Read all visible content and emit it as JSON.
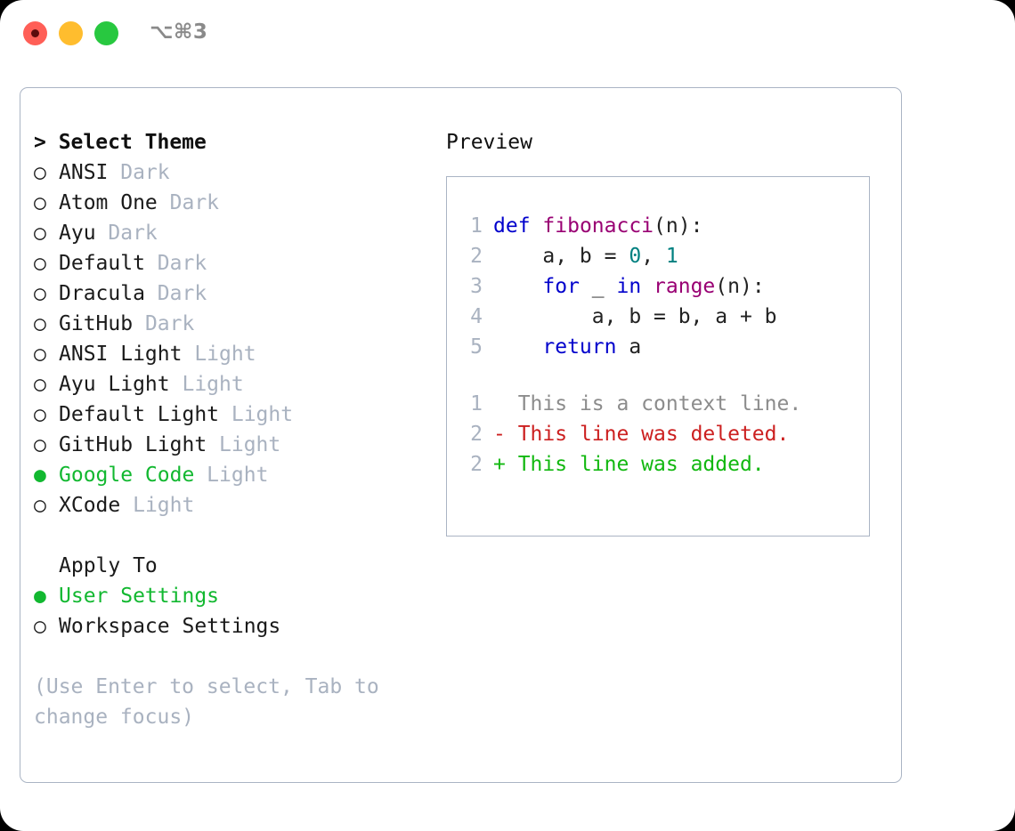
{
  "titlebar": {
    "shortcut": "⌥⌘3",
    "lights": [
      {
        "name": "close-button",
        "color": "#ff5f57"
      },
      {
        "name": "minimize-button",
        "color": "#ffbd2e"
      },
      {
        "name": "maximize-button",
        "color": "#28c840"
      }
    ]
  },
  "left": {
    "heading_caret": "> ",
    "heading": "Select Theme",
    "marker_unselected": "○",
    "marker_selected": "●",
    "themes": [
      {
        "name": "ANSI",
        "badge": "Dark",
        "selected": false
      },
      {
        "name": "Atom One",
        "badge": "Dark",
        "selected": false
      },
      {
        "name": "Ayu",
        "badge": "Dark",
        "selected": false
      },
      {
        "name": "Default",
        "badge": "Dark",
        "selected": false
      },
      {
        "name": "Dracula",
        "badge": "Dark",
        "selected": false
      },
      {
        "name": "GitHub",
        "badge": "Dark",
        "selected": false
      },
      {
        "name": "ANSI Light",
        "badge": "Light",
        "selected": false
      },
      {
        "name": "Ayu Light",
        "badge": "Light",
        "selected": false
      },
      {
        "name": "Default Light",
        "badge": "Light",
        "selected": false
      },
      {
        "name": "GitHub Light",
        "badge": "Light",
        "selected": false
      },
      {
        "name": "Google Code",
        "badge": "Light",
        "selected": true
      },
      {
        "name": "XCode",
        "badge": "Light",
        "selected": false
      }
    ],
    "apply_to_label": "Apply To",
    "apply_to": [
      {
        "name": "User Settings",
        "selected": true
      },
      {
        "name": "Workspace Settings",
        "selected": false
      }
    ],
    "hint": "(Use Enter to select, Tab to change focus)"
  },
  "right": {
    "preview_title": "Preview",
    "code": [
      {
        "ln": "1",
        "tokens": [
          {
            "t": "def",
            "c": "kw"
          },
          {
            "t": " ",
            "c": "pl"
          },
          {
            "t": "fibonacci",
            "c": "fn"
          },
          {
            "t": "(n):",
            "c": "pl"
          }
        ]
      },
      {
        "ln": "2",
        "tokens": [
          {
            "t": "    a, b = ",
            "c": "pl"
          },
          {
            "t": "0",
            "c": "num"
          },
          {
            "t": ", ",
            "c": "pl"
          },
          {
            "t": "1",
            "c": "num"
          }
        ]
      },
      {
        "ln": "3",
        "tokens": [
          {
            "t": "    ",
            "c": "pl"
          },
          {
            "t": "for",
            "c": "kw"
          },
          {
            "t": " _ ",
            "c": "pl"
          },
          {
            "t": "in",
            "c": "kw"
          },
          {
            "t": " ",
            "c": "pl"
          },
          {
            "t": "range",
            "c": "fn"
          },
          {
            "t": "(n):",
            "c": "pl"
          }
        ]
      },
      {
        "ln": "4",
        "tokens": [
          {
            "t": "        a, b = b, a + b",
            "c": "pl"
          }
        ]
      },
      {
        "ln": "5",
        "tokens": [
          {
            "t": "    ",
            "c": "pl"
          },
          {
            "t": "return",
            "c": "kw"
          },
          {
            "t": " a",
            "c": "pl"
          }
        ]
      }
    ],
    "diff": [
      {
        "ln": "1",
        "sign": "  ",
        "text": "This is a context line.",
        "cls": "ctx"
      },
      {
        "ln": "2",
        "sign": "- ",
        "text": "This line was deleted.",
        "cls": "del"
      },
      {
        "ln": "2",
        "sign": "+ ",
        "text": "This line was added.",
        "cls": "add"
      }
    ]
  },
  "colors": {
    "accent_green": "#12b830",
    "muted": "#a9b2c0",
    "border": "#aab4c4",
    "keyword": "#0000cc",
    "function": "#990073",
    "number": "#008080",
    "diff_deleted": "#cc2020",
    "diff_added": "#12b810"
  }
}
